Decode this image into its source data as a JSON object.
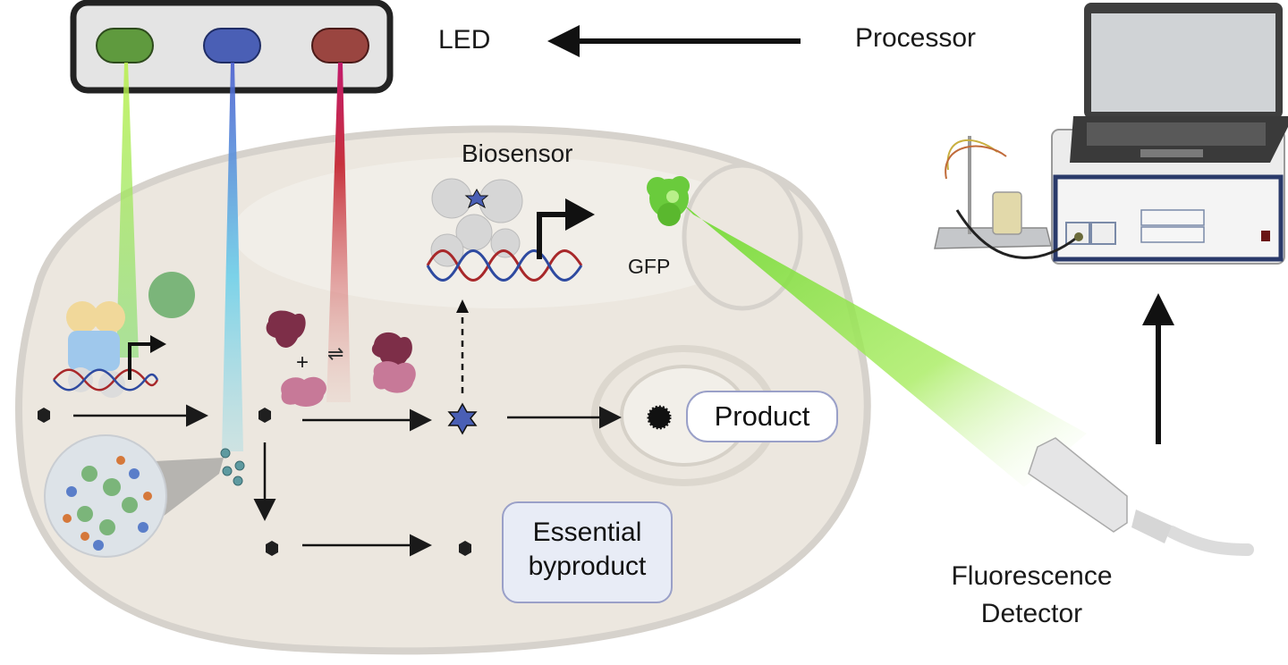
{
  "labels": {
    "led": "LED",
    "processor": "Processor",
    "biosensor": "Biosensor",
    "gfp": "GFP",
    "product": "Product",
    "byproduct_line1": "Essential",
    "byproduct_line2": "byproduct",
    "detector_line1": "Fluorescence",
    "detector_line2": "Detector",
    "plus": "+",
    "equilibrium": "⇌"
  },
  "led_panel": {
    "lights": [
      {
        "name": "green",
        "color": "#5f9a3e"
      },
      {
        "name": "blue",
        "color": "#4a5fb5"
      },
      {
        "name": "red",
        "color": "#9a4540"
      }
    ]
  },
  "colors": {
    "cell_fill": "#ece7df",
    "cell_border": "#d3cfc9",
    "green_beam": "#8fe04a",
    "blue_beam": "#6fd0ea",
    "red_beam": "#c7323d",
    "gfp": "#6acb3c",
    "metabolite": "#1f1f1f",
    "star": "#4a5fb5",
    "product_box_border": "#9aa0c8",
    "byproduct_box_fill": "#e8ecf6"
  }
}
